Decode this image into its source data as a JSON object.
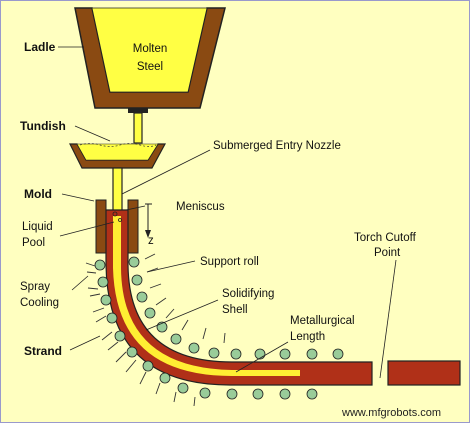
{
  "labels": {
    "ladle": "Ladle",
    "molten_steel_line1": "Molten",
    "molten_steel_line2": "Steel",
    "tundish": "Tundish",
    "submerged_entry_nozzle": "Submerged Entry Nozzle",
    "mold": "Mold",
    "meniscus": "Meniscus",
    "z_axis": "z",
    "liquid_pool_line1": "Liquid",
    "liquid_pool_line2": "Pool",
    "support_roll": "Support roll",
    "torch_cutoff_line1": "Torch Cutoff",
    "torch_cutoff_line2": "Point",
    "spray_cooling_line1": "Spray",
    "spray_cooling_line2": "Cooling",
    "solidifying_shell_line1": "Solidifying",
    "solidifying_shell_line2": "Shell",
    "metallurgical_length_line1": "Metallurgical",
    "metallurgical_length_line2": "Length",
    "strand": "Strand"
  },
  "watermark": "www.mfgrobots.com",
  "colors": {
    "background": "#ffffc0",
    "ladle_wall": "#8a4a12",
    "molten_steel": "#ffff44",
    "strand_shell": "#b03018",
    "liquid_core": "#ffee33",
    "roll": "#99cc99"
  }
}
